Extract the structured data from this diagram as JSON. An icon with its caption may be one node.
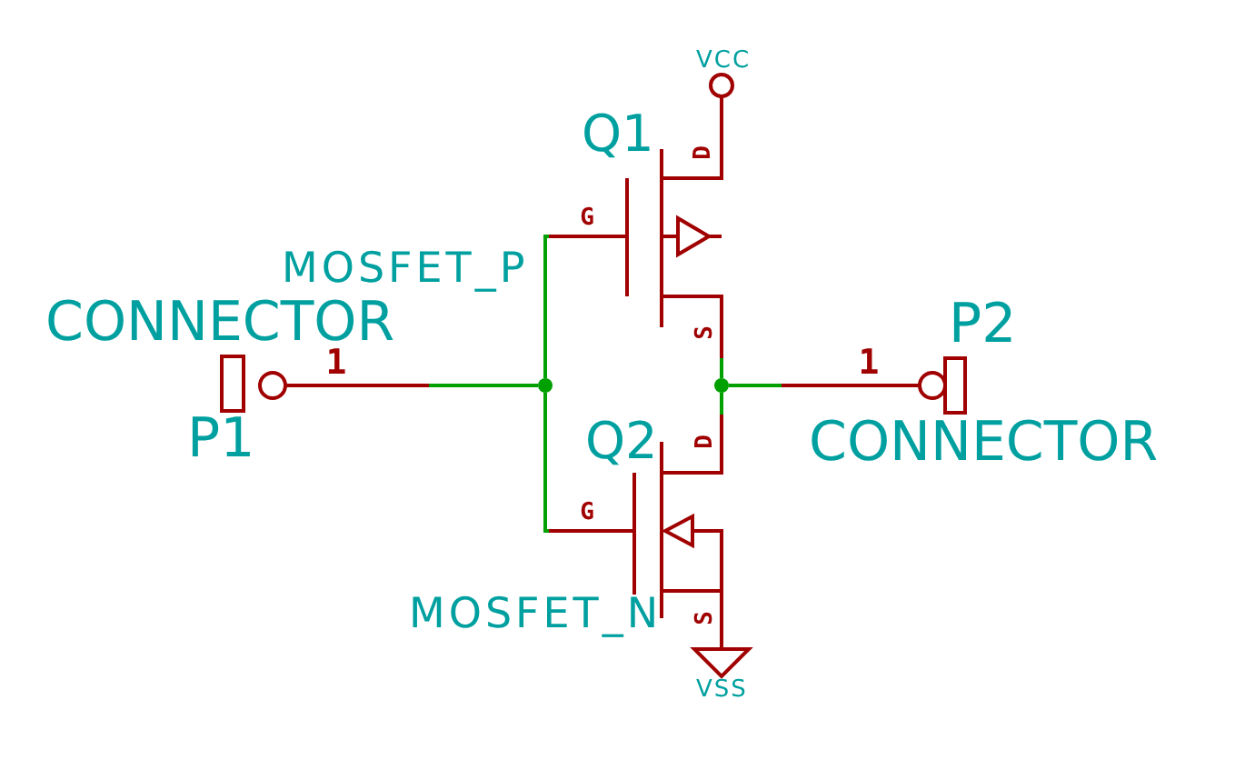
{
  "diagram": {
    "nodes": [
      {
        "text": [
          "VCC"
        ]
      },
      {
        "text": [
          "Q1"
        ],
        "beside": [
          "MOSFET_P"
        ]
      },
      {
        "text": [
          "CONNECTOR",
          "P1"
        ]
      },
      {
        "text": [],
        "shape": "circle"
      },
      {
        "text": [],
        "shape": "circle"
      },
      {
        "text": [
          "P2",
          "CONNECTOR"
        ]
      },
      {
        "text": [
          "Q2"
        ],
        "beside": [
          "MOSFET_N"
        ]
      },
      {
        "text": [
          "VSS"
        ]
      }
    ],
    "edges": [
      {
        "from": 1,
        "to": 0,
        "arrow": "none",
        "color": "#a00000"
      },
      {
        "from": 2,
        "to": 3,
        "arrow": "none"
      },
      {
        "from": 3,
        "to": 1,
        "arrow": "none"
      },
      {
        "from": 3,
        "to": 6,
        "arrow": "none"
      },
      {
        "from": 1,
        "to": 4,
        "arrow": "none"
      },
      {
        "from": 4,
        "to": 6,
        "arrow": "none"
      },
      {
        "from": 4,
        "to": 5,
        "arrow": "none"
      },
      {
        "from": 6,
        "to": 7,
        "arrow": "none",
        "color": "#a00000"
      }
    ],
    "labels": [
      "D",
      "G",
      "S",
      "1",
      "1",
      "D",
      "G",
      "S"
    ]
  }
}
